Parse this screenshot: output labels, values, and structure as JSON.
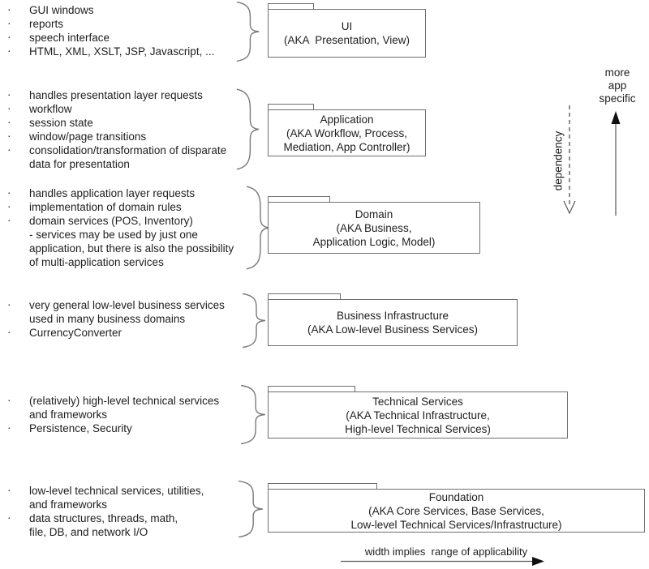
{
  "bullet_char": "·",
  "colors": {
    "background": "#ffffff",
    "text": "#1e1e1e",
    "box_border": "#6f6f6f",
    "arrow": "#111111"
  },
  "sections": [
    {
      "id": "ui",
      "lines": [
        "GUI windows",
        "reports",
        "speech interface",
        "HTML, XML, XSLT, JSP, Javascript, ..."
      ],
      "package": {
        "name": "UI",
        "aka": [
          "(AKA  Presentation, View)"
        ]
      }
    },
    {
      "id": "application",
      "lines": [
        "handles presentation layer requests",
        "workflow",
        "session state",
        "window/page transitions",
        "consolidation/transformation of disparate",
        "data for presentation"
      ],
      "package": {
        "name": "Application",
        "aka": [
          "(AKA Workflow, Process,",
          "Mediation, App Controller)"
        ]
      }
    },
    {
      "id": "domain",
      "lines": [
        "handles application layer requests",
        "implementation of domain rules",
        "domain services (POS, Inventory)",
        "- services may be used by just one",
        "application, but there is also the possibility",
        "of multi-application services"
      ],
      "package": {
        "name": "Domain",
        "aka": [
          "(AKA Business,",
          "Application Logic, Model)"
        ]
      }
    },
    {
      "id": "business-infrastructure",
      "lines": [
        "very general low-level business services",
        "used in many business domains",
        "CurrencyConverter"
      ],
      "package": {
        "name": "Business Infrastructure",
        "aka": [
          "(AKA Low-level Business Services)"
        ]
      }
    },
    {
      "id": "technical-services",
      "lines": [
        "(relatively) high-level technical services",
        "and frameworks",
        "Persistence, Security"
      ],
      "package": {
        "name": "Technical Services",
        "aka": [
          "(AKA Technical Infrastructure,",
          "High-level Technical Services)"
        ]
      }
    },
    {
      "id": "foundation",
      "lines": [
        "low-level technical services, utilities,",
        "and frameworks",
        "data structures, threads, math,",
        "file, DB, and network I/O"
      ],
      "package": {
        "name": "Foundation",
        "aka": [
          "(AKA Core Services, Base Services,",
          "Low-level Technical Services/Infrastructure)"
        ]
      }
    }
  ],
  "annotations": {
    "more_app_specific": "more\napp\nspecific",
    "dependency": "dependency",
    "width_axis": "width implies  range of applicability"
  }
}
